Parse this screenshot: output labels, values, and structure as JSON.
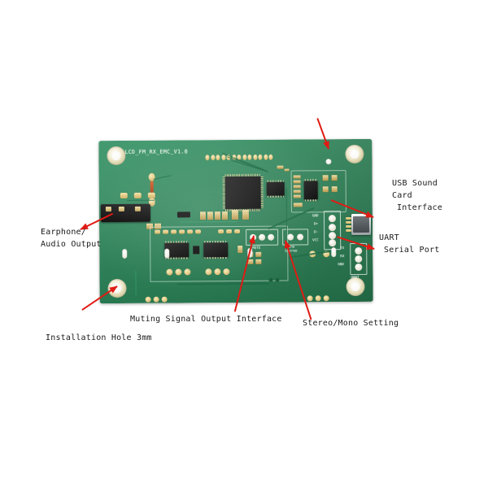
{
  "image": {
    "subject": "fm-radio-receiver-pcb-annotated-photo",
    "background_color": "#ffffff",
    "board_color": "#2d8a5c",
    "arrow_color": "#e01b14",
    "label_color": "#1a1a1a"
  },
  "board": {
    "silkscreen_title": "LCD_FM_RX_EMC_V1.0",
    "usb_header_pins": [
      "GND",
      "D+",
      "D-",
      "VCC"
    ],
    "uart_header_pins": [
      "TX",
      "RX",
      "GND"
    ],
    "uart_silk": "UART",
    "stereo_silk_line1": "Mono",
    "stereo_silk_line2": "Stereo",
    "mute_silk": "MUTE"
  },
  "annotations": [
    {
      "id": "earphone",
      "lines": [
        "Earphone/",
        "Audio Output"
      ]
    },
    {
      "id": "installation-hole",
      "lines": [
        "Installation Hole 3mm"
      ]
    },
    {
      "id": "muting-signal",
      "lines": [
        "Muting Signal Output Interface"
      ]
    },
    {
      "id": "stereo-mono",
      "lines": [
        "Stereo/Mono Setting"
      ]
    },
    {
      "id": "usb-sound-card",
      "lines": [
        "USB Sound",
        "Card",
        "Interface"
      ]
    },
    {
      "id": "uart-serial-port",
      "lines": [
        "UART",
        "Serial Port"
      ]
    }
  ]
}
